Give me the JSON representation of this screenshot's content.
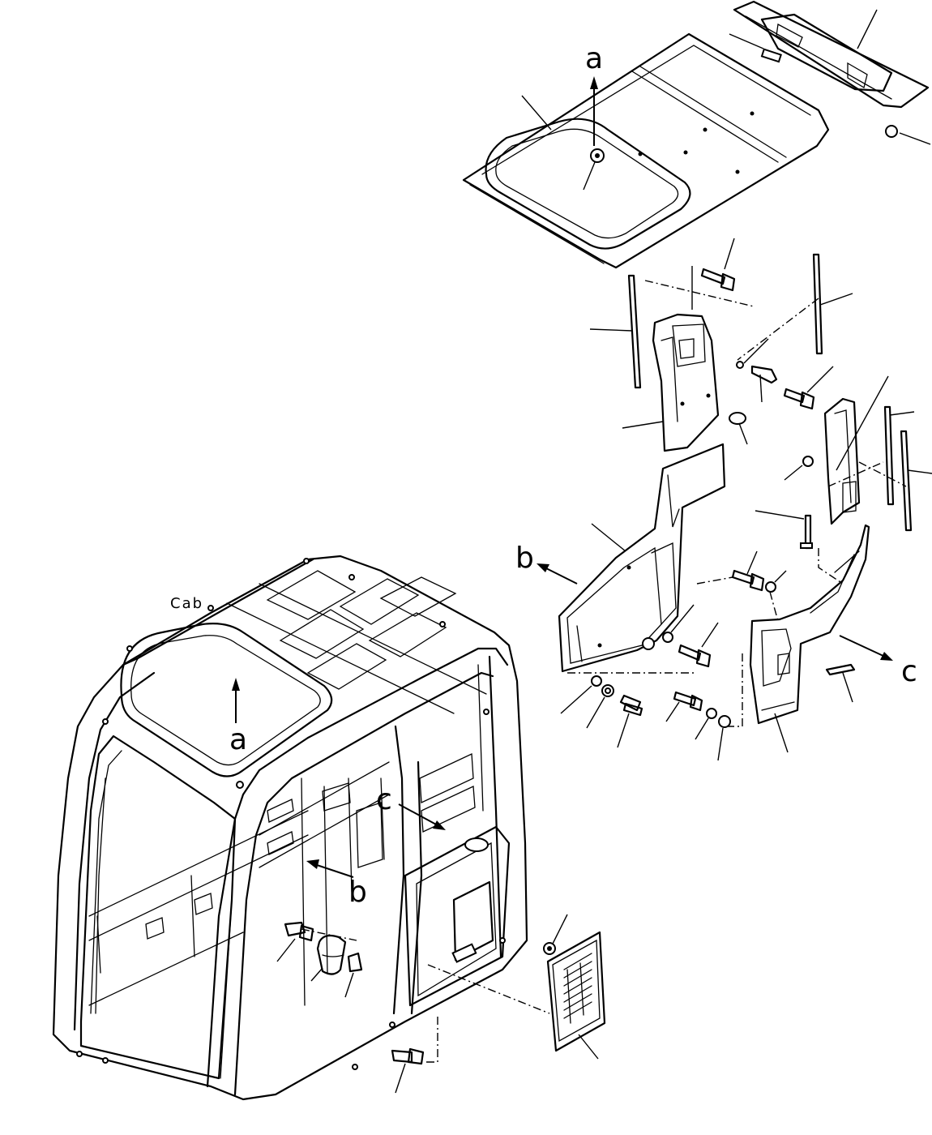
{
  "labels": {
    "a": "a",
    "b": "b",
    "c": "c",
    "cab": "Cab"
  }
}
